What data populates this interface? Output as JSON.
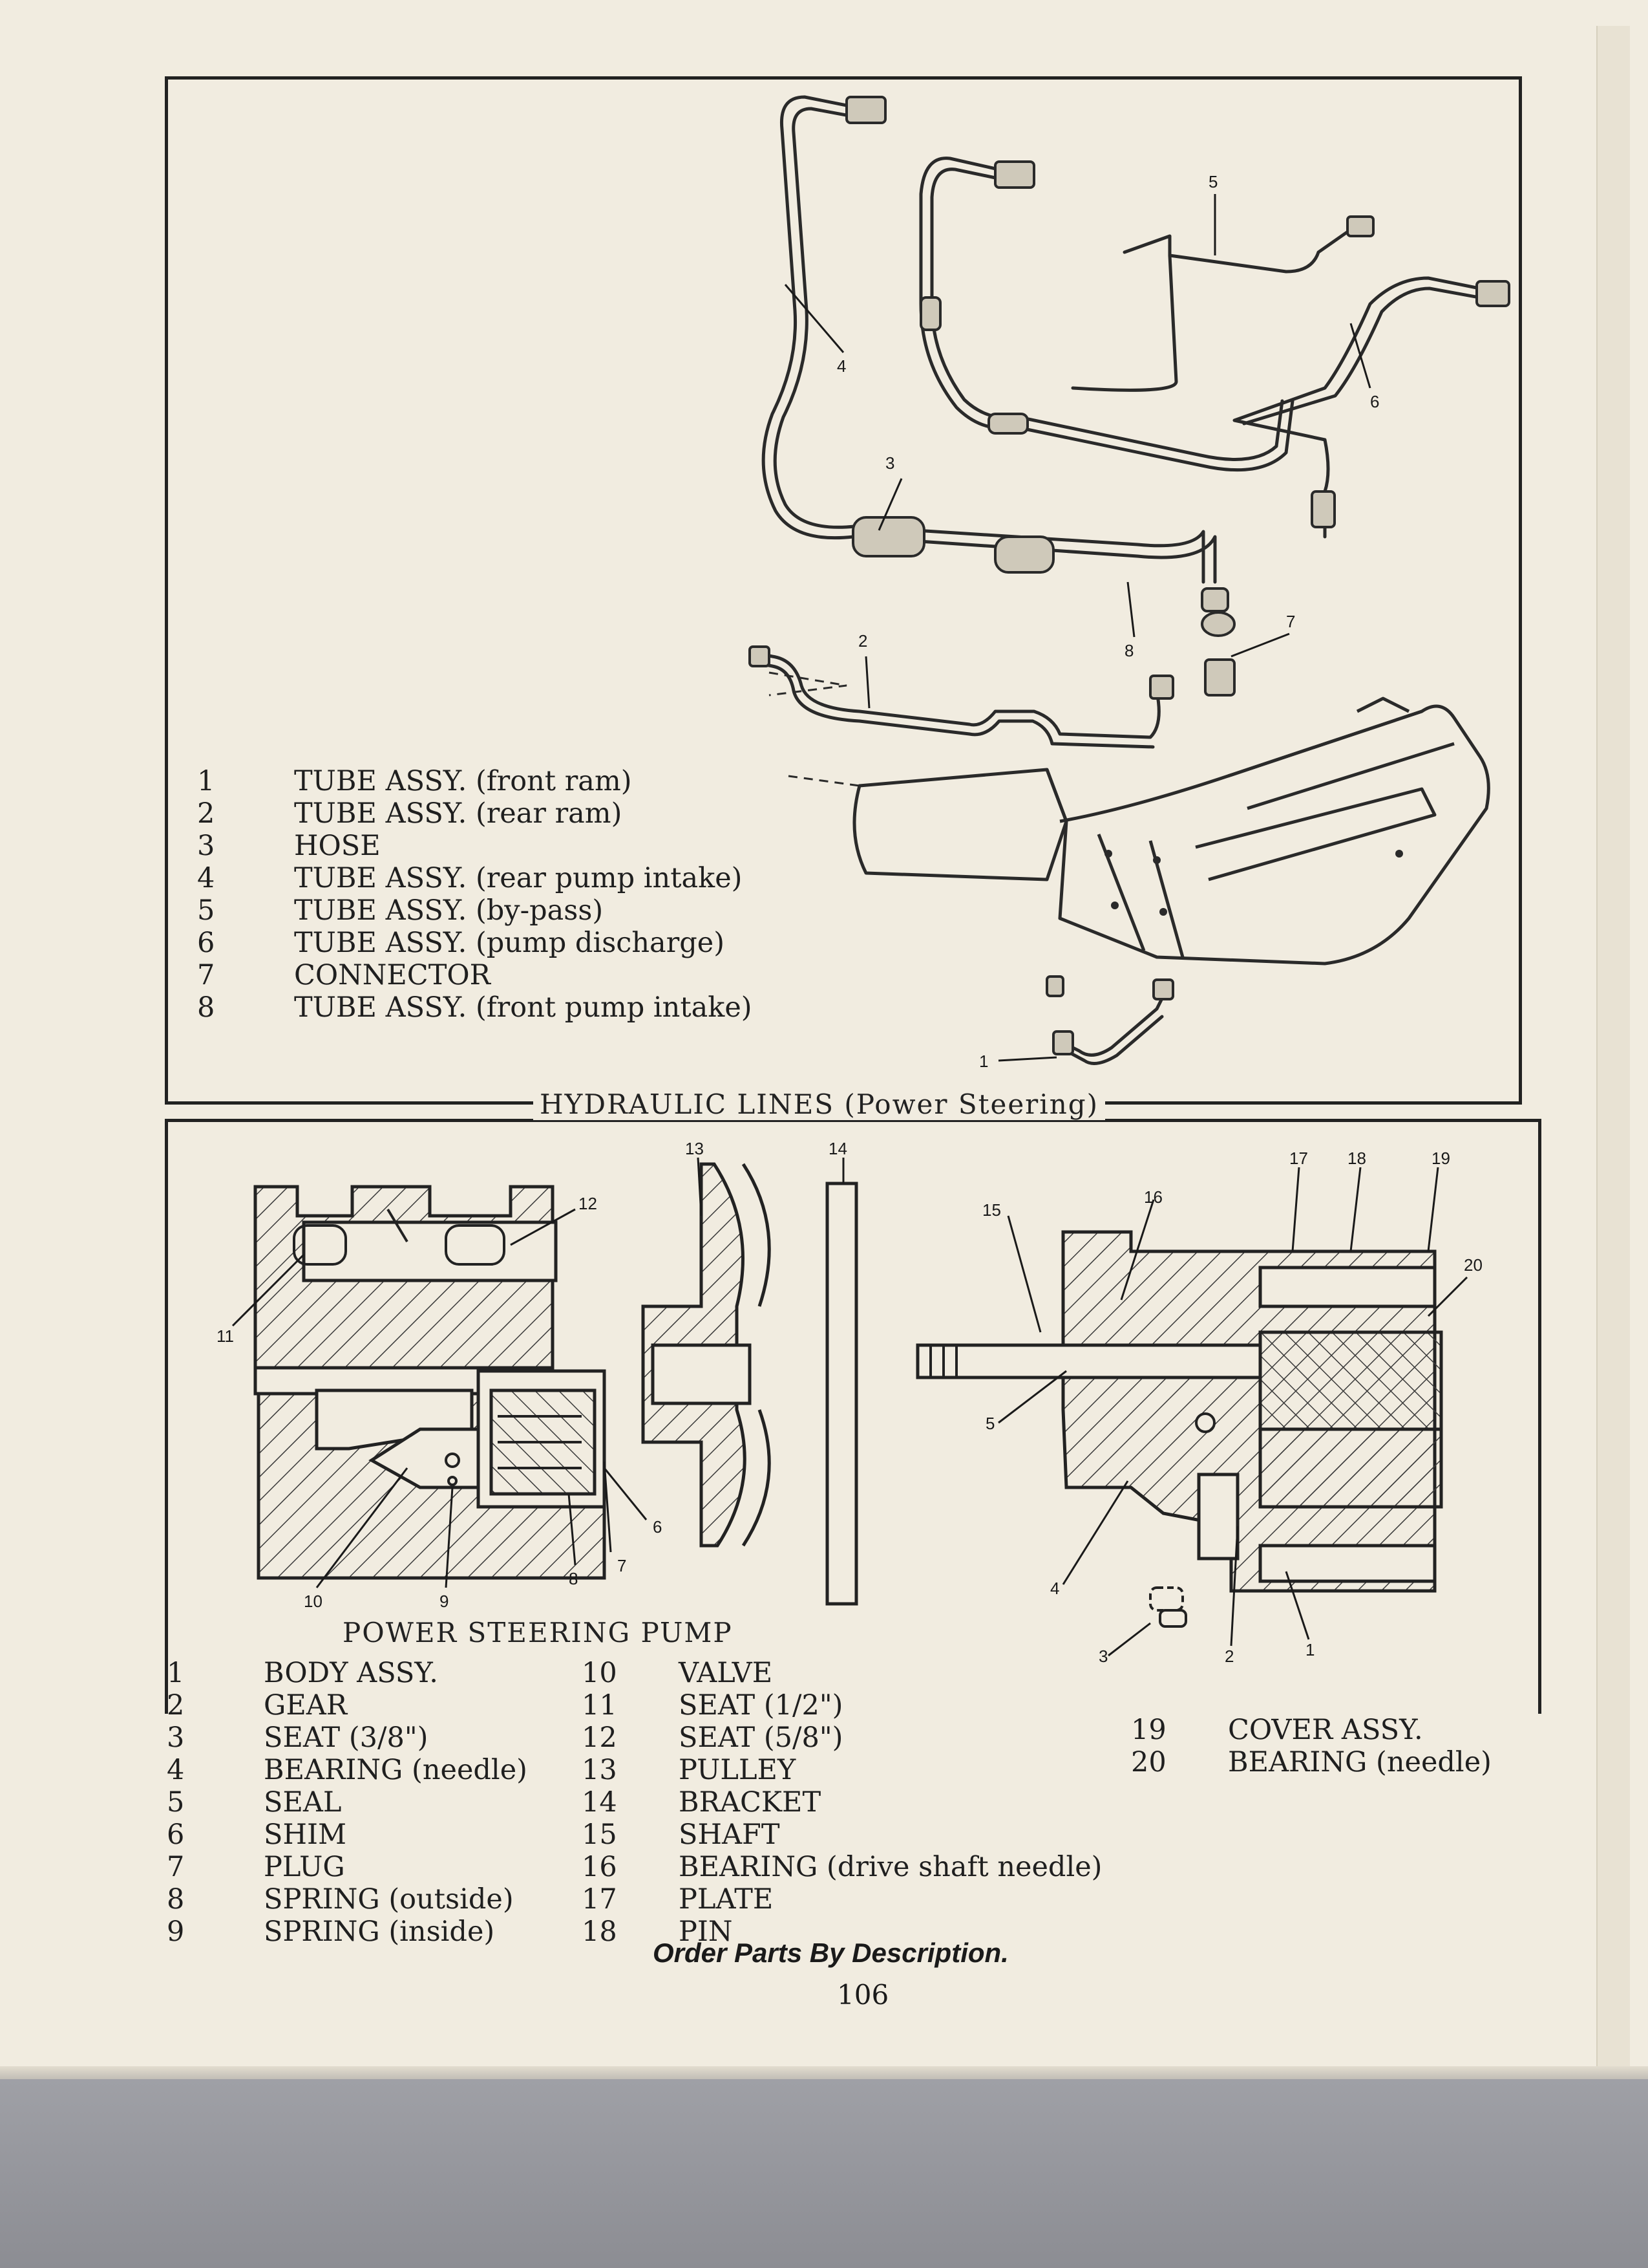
{
  "hydraulic_lines": {
    "title": "HYDRAULIC LINES (Power Steering)",
    "parts": [
      {
        "num": "1",
        "name": "TUBE ASSY. (front ram)"
      },
      {
        "num": "2",
        "name": "TUBE ASSY. (rear ram)"
      },
      {
        "num": "3",
        "name": "HOSE"
      },
      {
        "num": "4",
        "name": "TUBE ASSY. (rear pump intake)"
      },
      {
        "num": "5",
        "name": "TUBE ASSY. (by-pass)"
      },
      {
        "num": "6",
        "name": "TUBE ASSY. (pump discharge)"
      },
      {
        "num": "7",
        "name": "CONNECTOR"
      },
      {
        "num": "8",
        "name": "TUBE ASSY. (front pump intake)"
      }
    ],
    "callouts": [
      "1",
      "2",
      "3",
      "4",
      "5",
      "6",
      "7",
      "8"
    ]
  },
  "pump": {
    "title": "POWER STEERING PUMP",
    "col1": [
      {
        "num": "1",
        "name": "BODY ASSY."
      },
      {
        "num": "2",
        "name": "GEAR"
      },
      {
        "num": "3",
        "name": "SEAT (3/8\")"
      },
      {
        "num": "4",
        "name": "BEARING (needle)"
      },
      {
        "num": "5",
        "name": "SEAL"
      },
      {
        "num": "6",
        "name": "SHIM"
      },
      {
        "num": "7",
        "name": "PLUG"
      },
      {
        "num": "8",
        "name": "SPRING (outside)"
      },
      {
        "num": "9",
        "name": "SPRING (inside)"
      }
    ],
    "col2": [
      {
        "num": "10",
        "name": "VALVE"
      },
      {
        "num": "11",
        "name": "SEAT (1/2\")"
      },
      {
        "num": "12",
        "name": "SEAT (5/8\")"
      },
      {
        "num": "13",
        "name": "PULLEY"
      },
      {
        "num": "14",
        "name": "BRACKET"
      },
      {
        "num": "15",
        "name": "SHAFT"
      },
      {
        "num": "16",
        "name": "BEARING (drive shaft needle)"
      },
      {
        "num": "17",
        "name": "PLATE"
      },
      {
        "num": "18",
        "name": "PIN"
      }
    ],
    "col3": [
      {
        "num": "19",
        "name": "COVER ASSY."
      },
      {
        "num": "20",
        "name": "BEARING (needle)"
      }
    ],
    "callouts": [
      "1",
      "2",
      "3",
      "4",
      "5",
      "6",
      "7",
      "8",
      "9",
      "10",
      "11",
      "12",
      "13",
      "14",
      "15",
      "16",
      "17",
      "18",
      "19",
      "20"
    ]
  },
  "footer": {
    "note": "Order Parts By Description.",
    "page_number": "106"
  }
}
